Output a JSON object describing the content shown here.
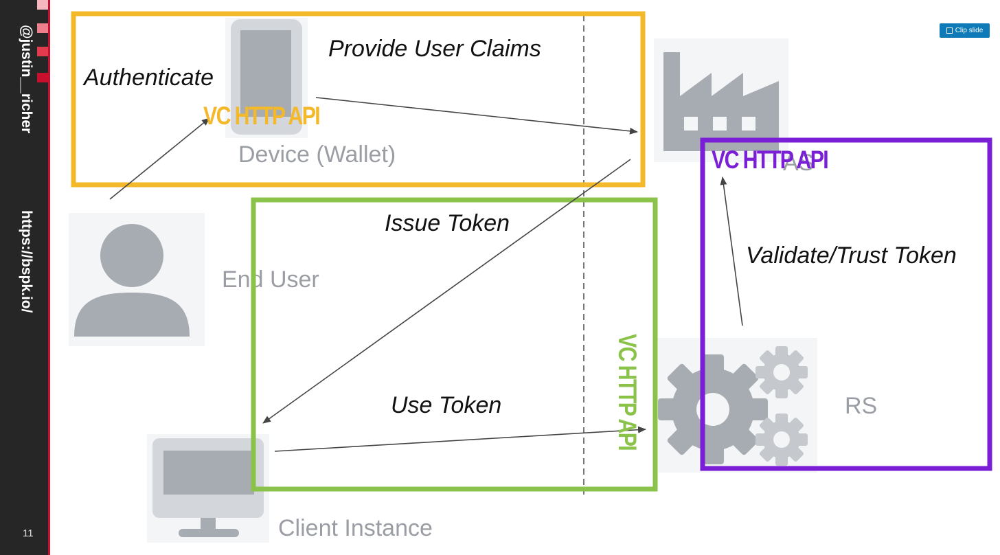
{
  "sidebar": {
    "handle": "@justin__richer",
    "url": "https://bspk.io/",
    "slide_number": "11",
    "square_colors": [
      "#f4b6bf",
      "#ee7f8d",
      "#e33b4e",
      "#c8102e"
    ]
  },
  "toolbar": {
    "clip_label": "Clip slide"
  },
  "nodes": {
    "device": "Device (Wallet)",
    "as": "AS",
    "end_user": "End User",
    "client": "Client Instance",
    "rs": "RS"
  },
  "steps": {
    "authenticate": "Authenticate",
    "provide_claims": "Provide User Claims",
    "issue_token": "Issue Token",
    "use_token": "Use Token",
    "validate_token": "Validate/Trust Token"
  },
  "api_labels": {
    "yellow": "VC HTTP API",
    "purple": "VC HTTP API",
    "green": "VC HTTP API"
  },
  "colors": {
    "yellow": "#f4b82b",
    "green": "#8bc34a",
    "purple": "#7a1fd6",
    "icon_gray": "#a7abb2"
  }
}
